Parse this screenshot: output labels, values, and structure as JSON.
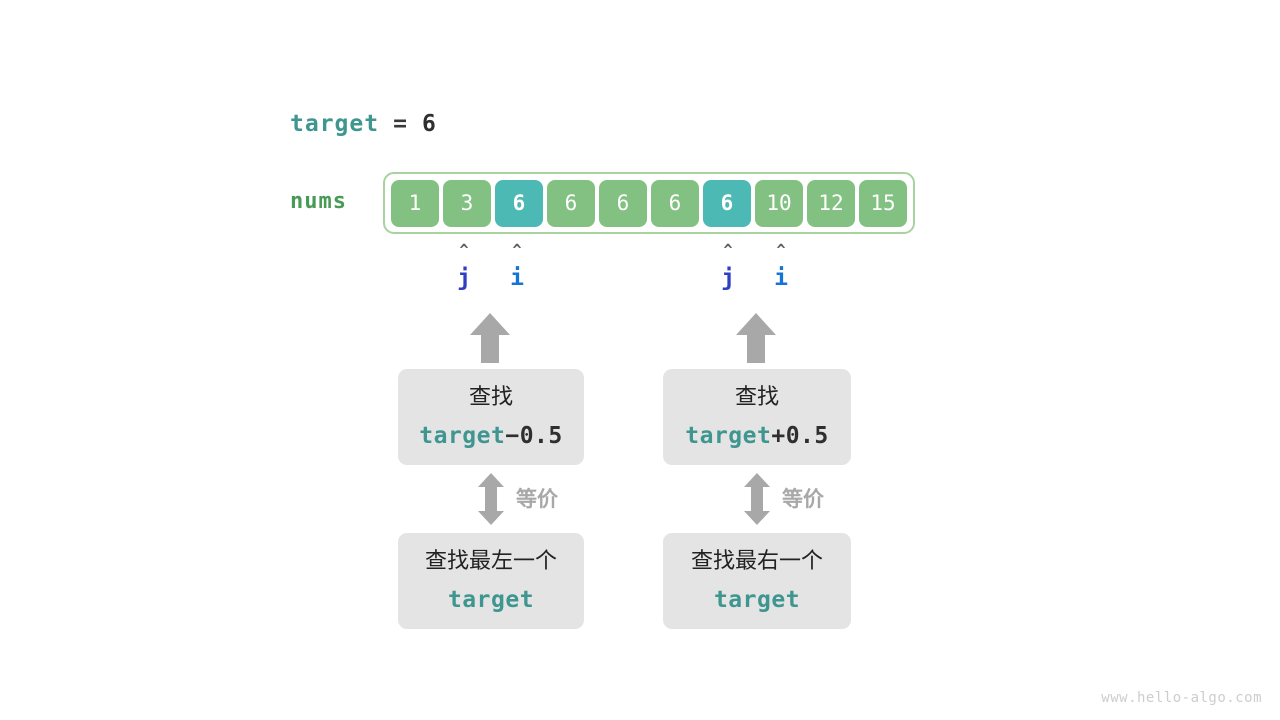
{
  "meta": {
    "watermark": "www.hello-algo.com",
    "colors": {
      "cell_normal": "#83c183",
      "cell_highlight": "#4cb9b4",
      "array_border": "#a8d3a0",
      "keyword_teal": "#3f9690",
      "nums_green": "#4a9a57",
      "pointer_j_blue": "#2f3fc4",
      "pointer_i_blue": "#1674d6",
      "box_gray": "#e4e4e4",
      "arrow_gray": "#a8a8a8"
    }
  },
  "target_line": {
    "variable": "target",
    "operator": "=",
    "value": "6"
  },
  "array": {
    "label": "nums",
    "cells": [
      {
        "value": "1",
        "highlighted": false
      },
      {
        "value": "3",
        "highlighted": false
      },
      {
        "value": "6",
        "highlighted": true
      },
      {
        "value": "6",
        "highlighted": false
      },
      {
        "value": "6",
        "highlighted": false
      },
      {
        "value": "6",
        "highlighted": false
      },
      {
        "value": "6",
        "highlighted": true
      },
      {
        "value": "10",
        "highlighted": false
      },
      {
        "value": "12",
        "highlighted": false
      },
      {
        "value": "15",
        "highlighted": false
      }
    ]
  },
  "pointers": [
    {
      "name": "j",
      "caret": "^",
      "index": 1,
      "group": "left"
    },
    {
      "name": "i",
      "caret": "^",
      "index": 2,
      "group": "left"
    },
    {
      "name": "j",
      "caret": "^",
      "index": 6,
      "group": "right"
    },
    {
      "name": "i",
      "caret": "^",
      "index": 7,
      "group": "right"
    }
  ],
  "columns": {
    "left": {
      "upper_box": {
        "line1": "查找",
        "expr_keyword": "target",
        "expr_sign": "−",
        "expr_number": "0.5"
      },
      "equivalence_label": "等价",
      "lower_box": {
        "line1": "查找最左一个",
        "line2": "target"
      }
    },
    "right": {
      "upper_box": {
        "line1": "查找",
        "expr_keyword": "target",
        "expr_sign": "+",
        "expr_number": "0.5"
      },
      "equivalence_label": "等价",
      "lower_box": {
        "line1": "查找最右一个",
        "line2": "target"
      }
    }
  }
}
